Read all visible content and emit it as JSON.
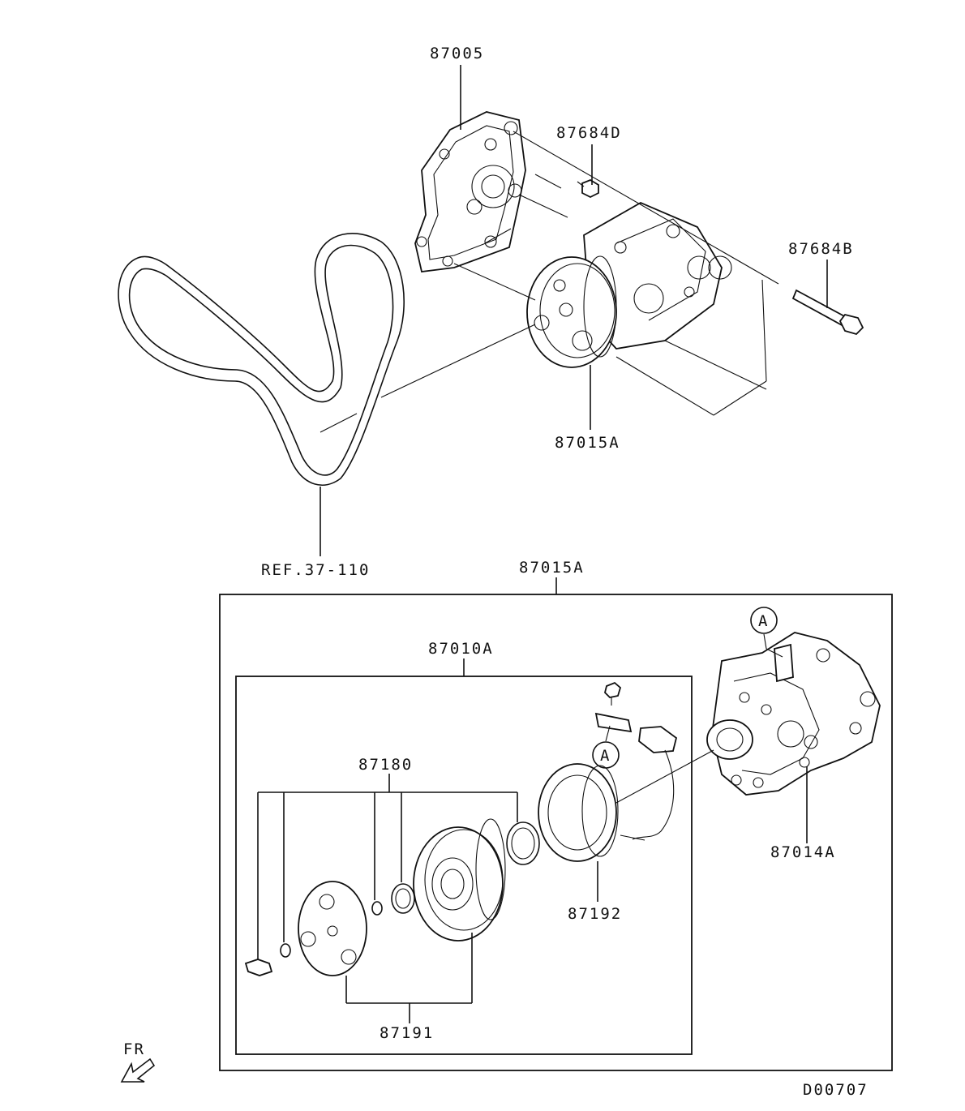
{
  "labels": {
    "bracket": "87005",
    "bolt_upper": "87684D",
    "bolt_long": "87684B",
    "compressor_top": "87015A",
    "belt_ref": "REF.37-110",
    "assembly": "87015A",
    "clutch_set": "87010A",
    "compressor_body": "87014A",
    "shim_set": "87180",
    "field_coil": "87192",
    "pulley_plate": "87191",
    "ref_a_top": "A",
    "ref_a_inner": "A",
    "front_marker": "FR",
    "diagram_code": "D00707"
  }
}
